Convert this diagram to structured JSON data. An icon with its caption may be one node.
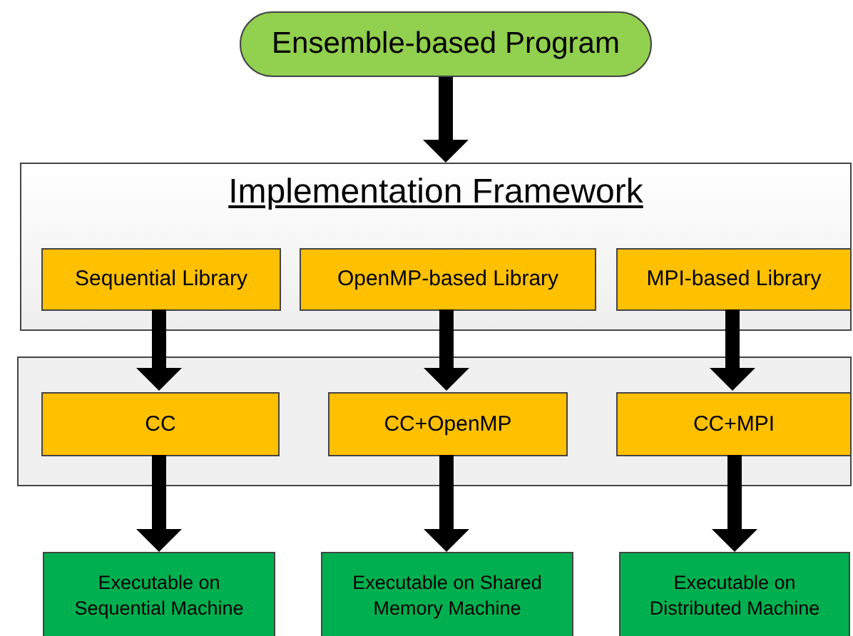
{
  "diagram": {
    "nodes": [
      {
        "text": [
          "Ensemble-based Program"
        ]
      },
      {
        "text": [
          "Implementation Framework"
        ]
      },
      {
        "text": [
          "Sequential Library"
        ],
        "in": 1
      },
      {
        "text": [
          "OpenMP-based Library"
        ],
        "in": 1
      },
      {
        "text": [
          "MPI-based Library"
        ],
        "in": 1
      },
      {
        "text": [],
        "shape": "box"
      },
      {
        "text": [
          "CC"
        ],
        "in": 5
      },
      {
        "text": [
          "CC+OpenMP"
        ],
        "in": 5
      },
      {
        "text": [
          "CC+MPI"
        ],
        "in": 5
      },
      {
        "text": [
          "Executable on Sequential Machine"
        ]
      },
      {
        "text": [
          "Executable on Shared Memory Machine"
        ]
      },
      {
        "text": [
          "Executable on Distributed Machine"
        ]
      }
    ],
    "edges": [
      {
        "from": 0,
        "to": 1,
        "arrow": "to"
      },
      {
        "from": 2,
        "to": 6,
        "arrow": "to"
      },
      {
        "from": 3,
        "to": 7,
        "arrow": "to"
      },
      {
        "from": 4,
        "to": 8,
        "arrow": "to"
      },
      {
        "from": 6,
        "to": 9,
        "arrow": "to"
      },
      {
        "from": 7,
        "to": 10,
        "arrow": "to"
      },
      {
        "from": 8,
        "to": 11,
        "arrow": "to"
      }
    ]
  }
}
